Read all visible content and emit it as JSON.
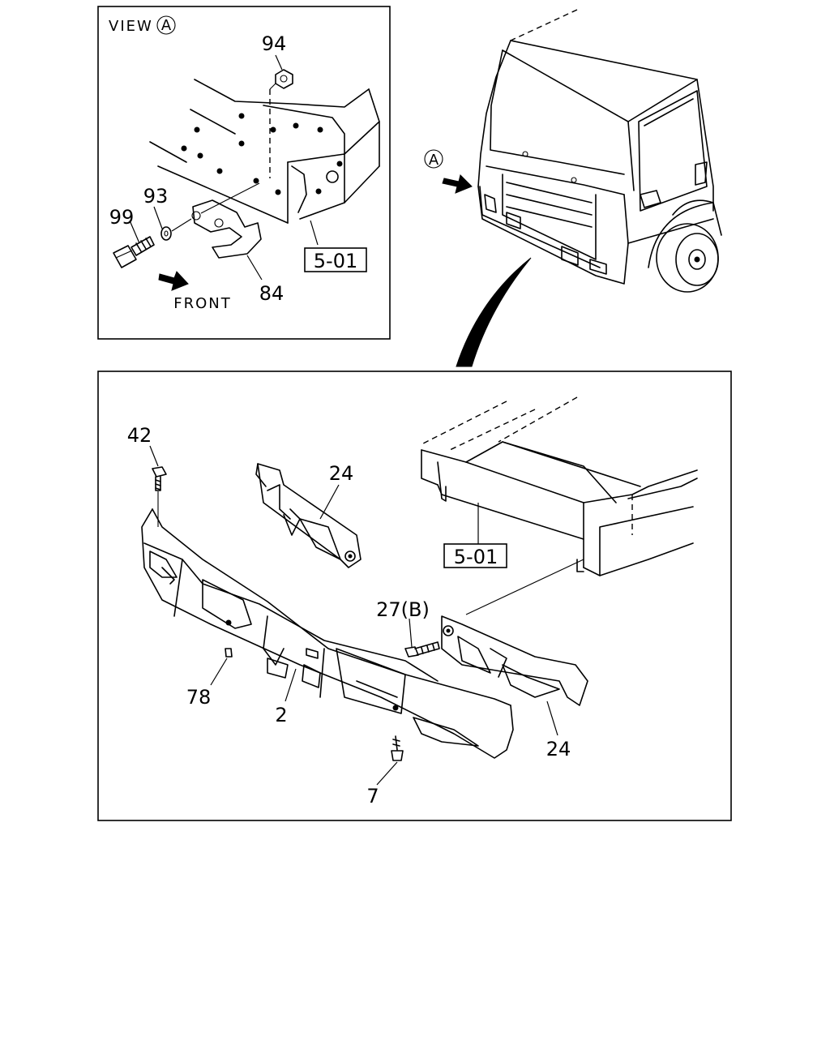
{
  "view_panel": {
    "title_prefix": "VIEW",
    "title_circled": "A",
    "direction_label": "FRONT",
    "callouts": {
      "c94": "94",
      "c93": "93",
      "c99": "99",
      "c84": "84"
    },
    "reference": "5-01"
  },
  "truck_view": {
    "view_marker": "A"
  },
  "main_panel": {
    "callouts": {
      "c42": "42",
      "c24a": "24",
      "c27": "27(B)",
      "c78": "78",
      "c2": "2",
      "c7": "7",
      "c24b": "24"
    },
    "reference": "5-01"
  }
}
